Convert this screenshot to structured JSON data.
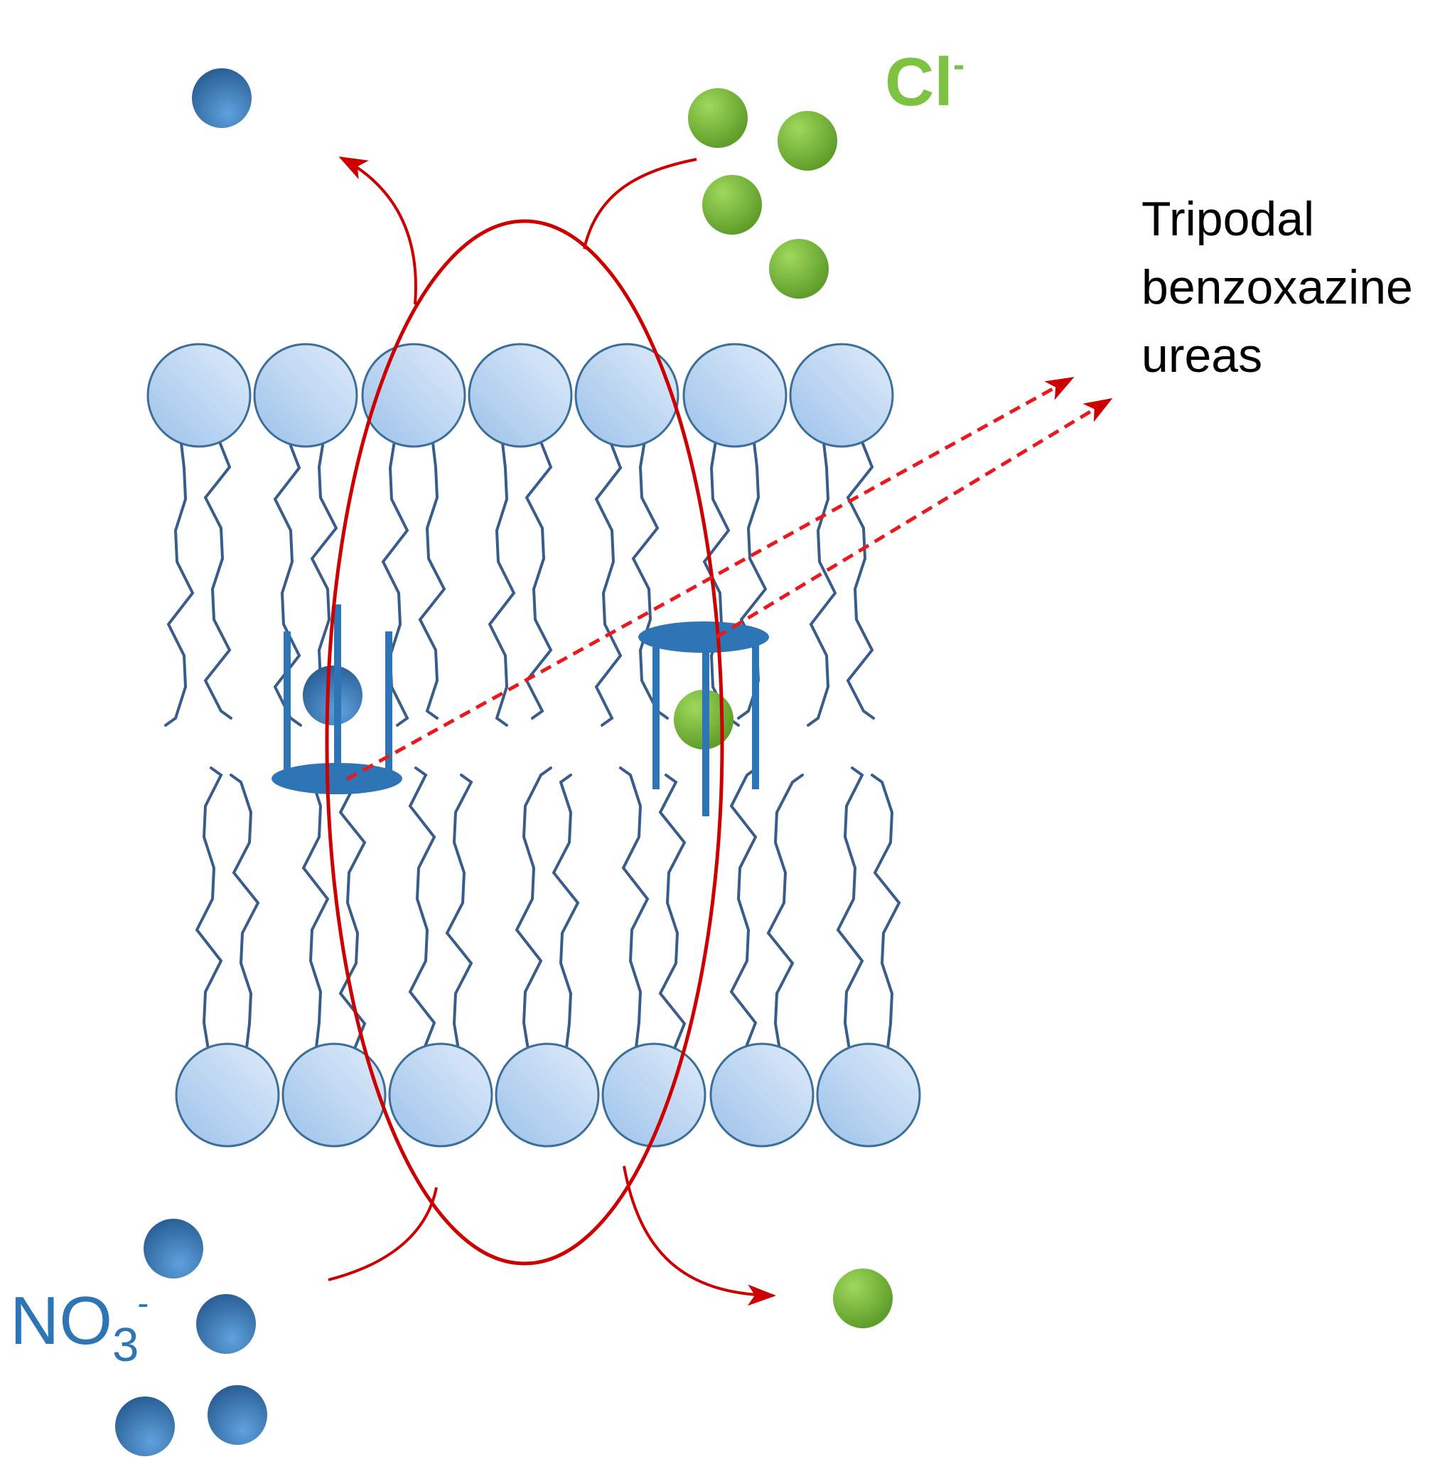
{
  "labels": {
    "chloride": {
      "symbol": "Cl",
      "charge": "-"
    },
    "nitrate": {
      "base": "NO",
      "subscript": "3",
      "charge": "-"
    },
    "receptor": [
      "Tripodal",
      "benzoxazine",
      "ureas"
    ]
  },
  "colors": {
    "chloride": "#7dc241",
    "nitrate": "#2e75b6",
    "lipid_head_fill": "#c5dcf3",
    "lipid_head_stroke": "#3c6e9a",
    "lipid_tail": "#385d8a",
    "receptor": "#2e75b6",
    "arrow": "#cc0000"
  },
  "icons": {
    "chloride_ion": "green-sphere",
    "nitrate_ion": "blue-sphere",
    "lipid": "phospholipid-head-with-tails",
    "receptor": "tripod-cage"
  }
}
